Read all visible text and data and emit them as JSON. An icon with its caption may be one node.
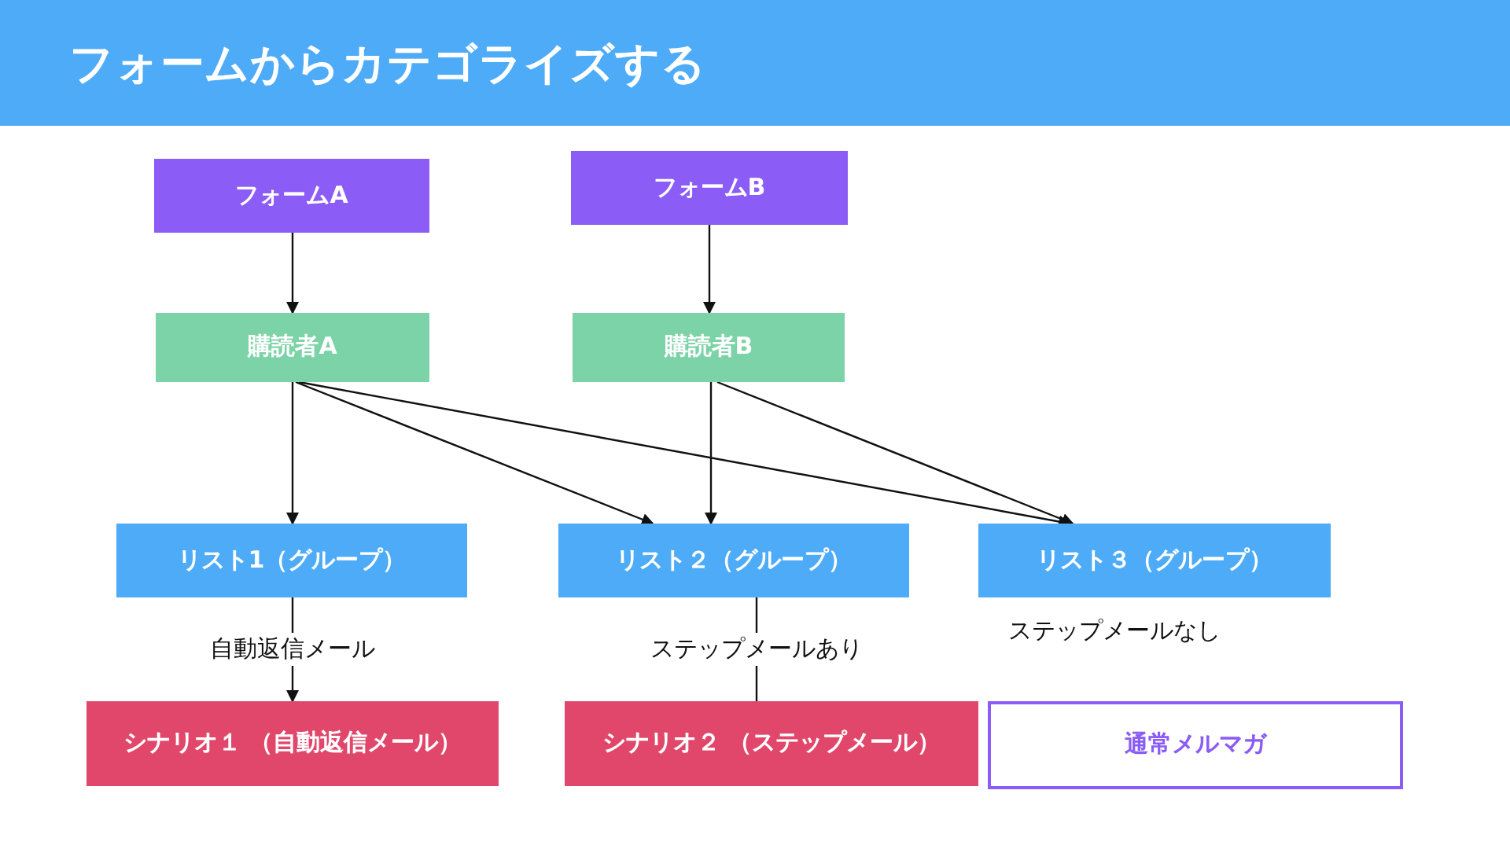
{
  "diagram": {
    "title": "フォームからカテゴライズする",
    "nodes": [
      {
        "text": [
          "フォームA"
        ]
      },
      {
        "text": [
          "フォームB"
        ]
      },
      {
        "text": [
          "購読者A"
        ]
      },
      {
        "text": [
          "購読者B"
        ]
      },
      {
        "text": [
          "リスト1（グループ）"
        ]
      },
      {
        "text": [
          "リスト２（グループ）"
        ]
      },
      {
        "text": [
          "リスト３（グループ）"
        ]
      },
      {
        "text": [
          "シナリオ１ （自動返信メール）"
        ]
      },
      {
        "text": [
          "シナリオ２ （ステップメール）"
        ]
      },
      {
        "text": [
          "通常メルマガ"
        ]
      }
    ],
    "edges": [
      {
        "from": 0,
        "to": 2,
        "arrow": "to"
      },
      {
        "from": 1,
        "to": 3,
        "arrow": "to"
      },
      {
        "from": 2,
        "to": 4,
        "arrow": "to"
      },
      {
        "from": 2,
        "to": 5,
        "arrow": "to"
      },
      {
        "from": 2,
        "to": 6,
        "arrow": "to"
      },
      {
        "from": 3,
        "to": 5,
        "arrow": "to"
      },
      {
        "from": 3,
        "to": 6,
        "arrow": "to"
      },
      {
        "from": 4,
        "to": 7,
        "arrow": "to",
        "label": "自動返信メール"
      },
      {
        "from": 5,
        "to": 8,
        "arrow": "none",
        "label": "ステップメールあり"
      }
    ],
    "labels": [
      "ステップメールなし"
    ]
  }
}
